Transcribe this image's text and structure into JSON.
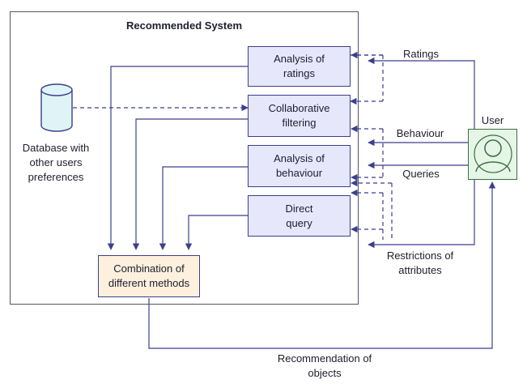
{
  "system": {
    "title": "Recommended System"
  },
  "boxes": {
    "ratings": "Analysis of\nratings",
    "collaborative": "Collaborative\nfiltering",
    "behaviour": "Analysis of\nbehaviour",
    "query": "Direct\nquery",
    "combination": "Combination of\ndifferent methods"
  },
  "database": {
    "label": "Database with\nother users\npreferences",
    "icon": "database-cylinder-icon"
  },
  "user": {
    "label": "User",
    "icon": "user-avatar-icon"
  },
  "flows": {
    "ratings": "Ratings",
    "behaviour": "Behaviour",
    "queries": "Queries",
    "restrictions": "Restrictions of\nattributes",
    "recommendation": "Recommendation of\nobjects"
  },
  "colors": {
    "line": "#3b3f8c",
    "box_fill": "#e6e7fb",
    "combination_fill": "#fdf0dd",
    "user_fill": "#e5f5e6",
    "database_fill": "#dff4f7"
  }
}
